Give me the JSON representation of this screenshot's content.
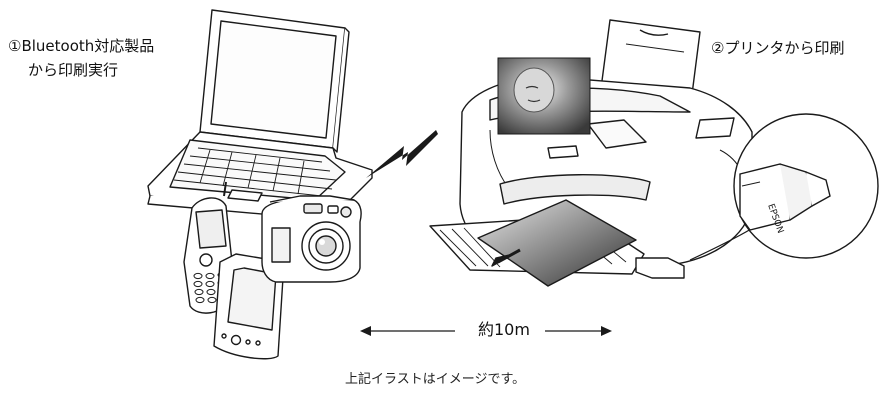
{
  "labels": {
    "step1_line1": "①Bluetooth対応製品",
    "step1_line2": "から印刷実行",
    "step2": "②プリンタから印刷",
    "distance": "約10m",
    "caption": "上記イラストはイメージです。",
    "printer_brand": "EPSON"
  },
  "colors": {
    "line": "#1a1a1a",
    "fill": "#ffffff",
    "shade": "#d9d9d9",
    "photo_dark": "#555555",
    "photo_light": "#e6e6e6"
  }
}
